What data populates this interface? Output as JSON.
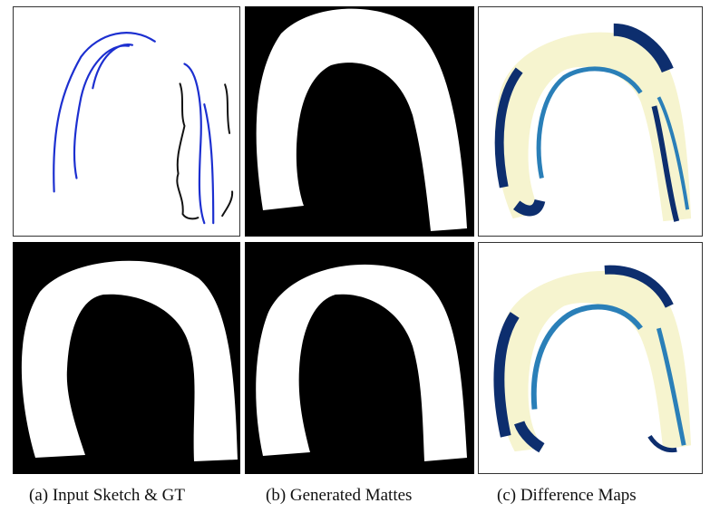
{
  "figure": {
    "panels": [
      {
        "id": "sketch",
        "row": 1,
        "column": "a",
        "content": "input-sketch-strokes",
        "background": "#ffffff",
        "stroke_colors": [
          "#1c2fd0",
          "#111111"
        ]
      },
      {
        "id": "generated-matte-1",
        "row": 1,
        "column": "b",
        "content": "alpha-matte",
        "background": "#000000",
        "matte_color": "#ffffff"
      },
      {
        "id": "difference-map-1",
        "row": 1,
        "column": "c",
        "content": "difference-heatmap",
        "background": "#ffffff",
        "colors": [
          "#0d2e6e",
          "#2a7fb8",
          "#f6f4cf"
        ]
      },
      {
        "id": "ground-truth",
        "row": 2,
        "column": "a",
        "content": "alpha-matte",
        "background": "#000000",
        "matte_color": "#ffffff"
      },
      {
        "id": "generated-matte-2",
        "row": 2,
        "column": "b",
        "content": "alpha-matte",
        "background": "#000000",
        "matte_color": "#ffffff"
      },
      {
        "id": "difference-map-2",
        "row": 2,
        "column": "c",
        "content": "difference-heatmap",
        "background": "#ffffff",
        "colors": [
          "#0d2e6e",
          "#2a7fb8",
          "#f6f4cf"
        ]
      }
    ],
    "captions": {
      "a": "(a) Input Sketch & GT",
      "b": "(b) Generated Mattes",
      "c": "(c) Difference Maps"
    }
  }
}
